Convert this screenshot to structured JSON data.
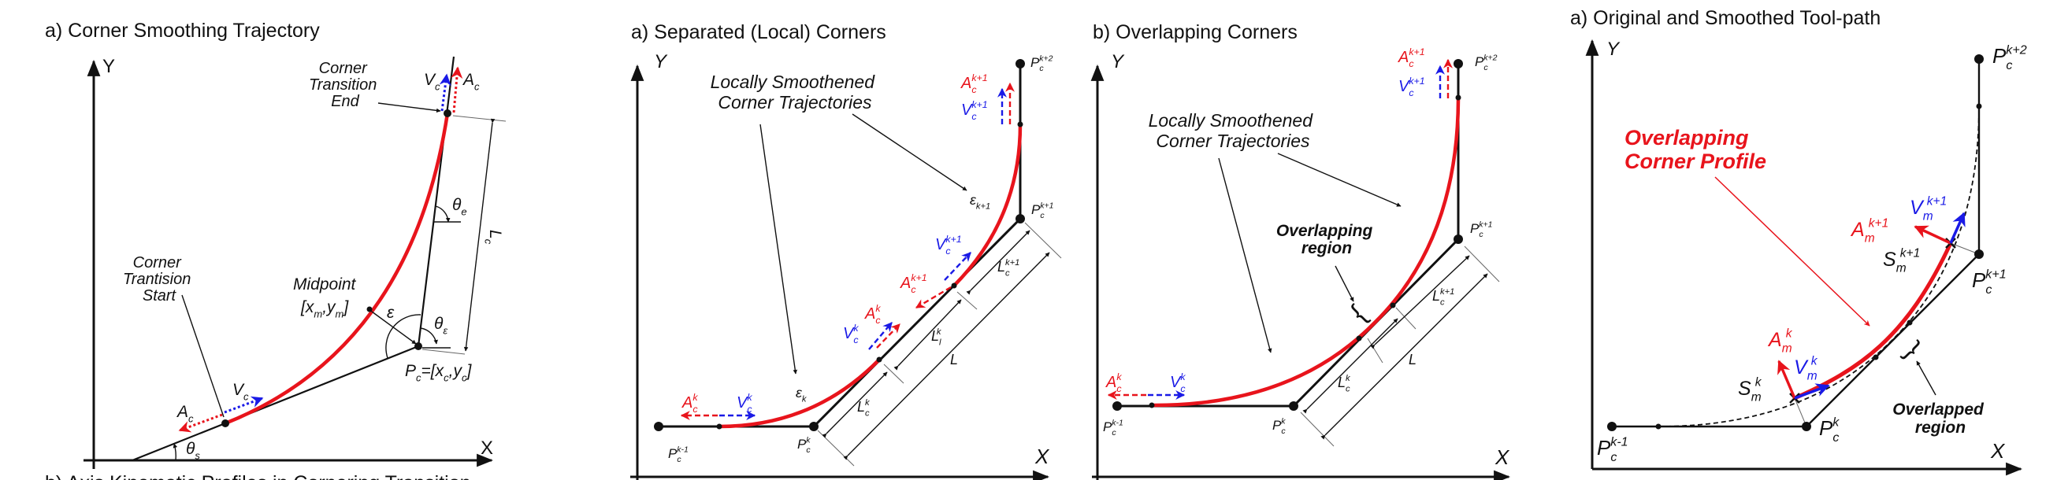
{
  "colors": {
    "curve": "#e8141c",
    "velocity": "#1a1ae6",
    "line": "#111111"
  },
  "panel1": {
    "title": "a) Corner Smoothing Trajectory",
    "axis_x": "X",
    "axis_y": "Y",
    "end_label": [
      "Corner",
      "Transition",
      "End"
    ],
    "start_label": [
      "Corner",
      "Trantision",
      "Start"
    ],
    "midpoint_label": "Midpoint",
    "mid_coord": [
      [
        "[x",
        ""
      ],
      [
        "m",
        "sub"
      ],
      [
        ",y",
        ""
      ],
      [
        "m",
        "sub"
      ],
      [
        "]",
        ""
      ]
    ],
    "pc_label": [
      [
        "P",
        ""
      ],
      [
        "c",
        "sub"
      ],
      [
        "=[x",
        ""
      ],
      [
        "c",
        "sub"
      ],
      [
        ",y",
        ""
      ],
      [
        "c",
        "sub"
      ],
      [
        "]",
        ""
      ]
    ],
    "epsilon": [
      [
        "ε",
        ""
      ]
    ],
    "theta_e": [
      [
        "θ",
        ""
      ],
      [
        "e",
        "sub"
      ]
    ],
    "theta_eps": [
      [
        "θ",
        ""
      ],
      [
        "ε",
        "sub"
      ]
    ],
    "theta_s": [
      [
        "θ",
        ""
      ],
      [
        "s",
        "sub"
      ]
    ],
    "lc": [
      [
        "L",
        ""
      ],
      [
        "c",
        "sub"
      ]
    ],
    "vc_top": [
      [
        "V",
        ""
      ],
      [
        "c",
        "sub"
      ]
    ],
    "ac_top": [
      [
        "A",
        ""
      ],
      [
        "c",
        "sub"
      ]
    ],
    "vc_bot": [
      [
        "V",
        ""
      ],
      [
        "c",
        "sub"
      ]
    ],
    "ac_bot": [
      [
        "A",
        ""
      ],
      [
        "c",
        "sub"
      ]
    ],
    "caption": "b) Axis Kinematic Profiles in Cornering Transition"
  },
  "panel2": {
    "title": "a) Separated (Local) Corners",
    "axis_x": "X",
    "axis_y": "Y",
    "note": [
      "Locally Smoothened",
      "Corner Trajectories"
    ],
    "pk_1": [
      [
        "P",
        ""
      ],
      [
        "c",
        "sub"
      ],
      [
        "k-1",
        "sup"
      ]
    ],
    "pk": [
      [
        "P",
        ""
      ],
      [
        "c",
        "sub"
      ],
      [
        "k",
        "sup"
      ]
    ],
    "pk1": [
      [
        "P",
        ""
      ],
      [
        "c",
        "sub"
      ],
      [
        "k+1",
        "sup"
      ]
    ],
    "pk2": [
      [
        "P",
        ""
      ],
      [
        "c",
        "sub"
      ],
      [
        "k+2",
        "sup"
      ]
    ],
    "eps_k": [
      [
        "ε",
        ""
      ],
      [
        "k",
        "sub"
      ]
    ],
    "eps_k1": [
      [
        "ε",
        ""
      ],
      [
        "k+1",
        "sub"
      ]
    ],
    "ack_a": [
      [
        "A",
        ""
      ],
      [
        "c",
        "sub"
      ],
      [
        "k",
        "sup"
      ]
    ],
    "vck_a": [
      [
        "V",
        ""
      ],
      [
        "c",
        "sub"
      ],
      [
        "k",
        "sup"
      ]
    ],
    "ack_b": [
      [
        "A",
        ""
      ],
      [
        "c",
        "sub"
      ],
      [
        "k",
        "sup"
      ]
    ],
    "vck_b": [
      [
        "V",
        ""
      ],
      [
        "c",
        "sub"
      ],
      [
        "k",
        "sup"
      ]
    ],
    "ack1_a": [
      [
        "A",
        ""
      ],
      [
        "c",
        "sub"
      ],
      [
        "k+1",
        "sup"
      ]
    ],
    "vck1_a": [
      [
        "V",
        ""
      ],
      [
        "c",
        "sub"
      ],
      [
        "k+1",
        "sup"
      ]
    ],
    "ack1_b": [
      [
        "A",
        ""
      ],
      [
        "c",
        "sub"
      ],
      [
        "k+1",
        "sup"
      ]
    ],
    "vck1_b": [
      [
        "V",
        ""
      ],
      [
        "c",
        "sub"
      ],
      [
        "k+1",
        "sup"
      ]
    ],
    "lck": [
      [
        "L",
        ""
      ],
      [
        "c",
        "sub"
      ],
      [
        "k",
        "sup"
      ]
    ],
    "llk": [
      [
        "L",
        ""
      ],
      [
        "l",
        "sub"
      ],
      [
        "k",
        "sup"
      ]
    ],
    "lck1": [
      [
        "L",
        ""
      ],
      [
        "c",
        "sub"
      ],
      [
        "k+1",
        "sup"
      ]
    ],
    "l": [
      [
        "L",
        ""
      ]
    ]
  },
  "panel3": {
    "title": "b) Overlapping Corners",
    "axis_x": "X",
    "axis_y": "Y",
    "note": [
      "Locally Smoothened",
      "Corner Trajectories"
    ],
    "overlap": [
      "Overlapping",
      "region"
    ],
    "pk_1": [
      [
        "P",
        ""
      ],
      [
        "c",
        "sub"
      ],
      [
        "k-1",
        "sup"
      ]
    ],
    "pk": [
      [
        "P",
        ""
      ],
      [
        "c",
        "sub"
      ],
      [
        "k",
        "sup"
      ]
    ],
    "pk1": [
      [
        "P",
        ""
      ],
      [
        "c",
        "sub"
      ],
      [
        "k+1",
        "sup"
      ]
    ],
    "pk2": [
      [
        "P",
        ""
      ],
      [
        "c",
        "sub"
      ],
      [
        "k+2",
        "sup"
      ]
    ],
    "ack": [
      [
        "A",
        ""
      ],
      [
        "c",
        "sub"
      ],
      [
        "k",
        "sup"
      ]
    ],
    "vck": [
      [
        "V",
        ""
      ],
      [
        "c",
        "sub"
      ],
      [
        "k",
        "sup"
      ]
    ],
    "ack1": [
      [
        "A",
        ""
      ],
      [
        "c",
        "sub"
      ],
      [
        "k+1",
        "sup"
      ]
    ],
    "vck1": [
      [
        "V",
        ""
      ],
      [
        "c",
        "sub"
      ],
      [
        "k+1",
        "sup"
      ]
    ],
    "lck": [
      [
        "L",
        ""
      ],
      [
        "c",
        "sub"
      ],
      [
        "k",
        "sup"
      ]
    ],
    "lck1": [
      [
        "L",
        ""
      ],
      [
        "c",
        "sub"
      ],
      [
        "k+1",
        "sup"
      ]
    ],
    "l": [
      [
        "L",
        ""
      ]
    ]
  },
  "panel4": {
    "title": "a) Original and Smoothed Tool-path",
    "axis_x": "X",
    "axis_y": "Y",
    "profile": [
      "Overlapping",
      "Corner Profile"
    ],
    "overlapped": [
      "Overlapped",
      "region"
    ],
    "pk_1": [
      [
        "P",
        ""
      ],
      [
        "c",
        "sub"
      ],
      [
        "k-1",
        "sup"
      ]
    ],
    "pk": [
      [
        "P",
        ""
      ],
      [
        "c",
        "sub"
      ],
      [
        "k",
        "sup"
      ]
    ],
    "pk1": [
      [
        "P",
        ""
      ],
      [
        "c",
        "sub"
      ],
      [
        "k+1",
        "sup"
      ]
    ],
    "pk2": [
      [
        "P",
        ""
      ],
      [
        "c",
        "sub"
      ],
      [
        "k+2",
        "sup"
      ]
    ],
    "amk": [
      [
        "A",
        ""
      ],
      [
        "m",
        "sub"
      ],
      [
        "k",
        "sup"
      ]
    ],
    "vmk": [
      [
        "V",
        ""
      ],
      [
        "m",
        "sub"
      ],
      [
        "k",
        "sup"
      ]
    ],
    "smk": [
      [
        "S",
        ""
      ],
      [
        "m",
        "sub"
      ],
      [
        "k",
        "sup"
      ]
    ],
    "amk1": [
      [
        "A",
        ""
      ],
      [
        "m",
        "sub"
      ],
      [
        "k+1",
        "sup"
      ]
    ],
    "vmk1": [
      [
        "V",
        ""
      ],
      [
        "m",
        "sub"
      ],
      [
        "k+1",
        "sup"
      ]
    ],
    "smk1": [
      [
        "S",
        ""
      ],
      [
        "m",
        "sub"
      ],
      [
        "k+1",
        "sup"
      ]
    ]
  }
}
